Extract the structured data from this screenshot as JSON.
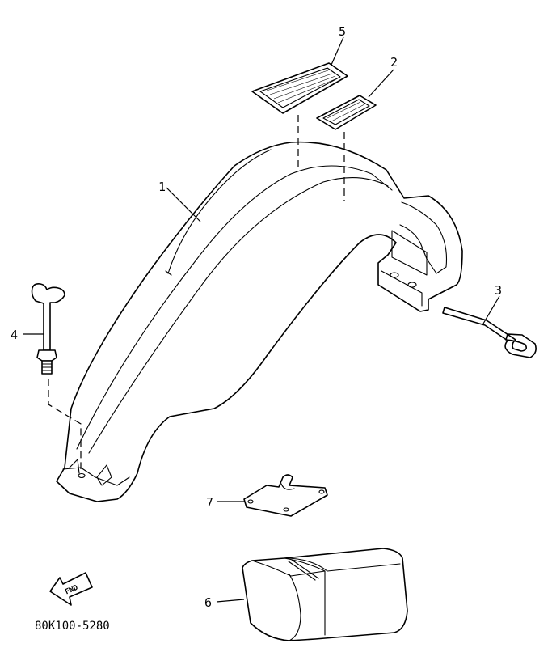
{
  "diagram": {
    "drawing_code": "80K100-5280",
    "fwd_label": "FWD",
    "callouts": [
      {
        "id": "1",
        "label": "1"
      },
      {
        "id": "2",
        "label": "2"
      },
      {
        "id": "3",
        "label": "3"
      },
      {
        "id": "4",
        "label": "4"
      },
      {
        "id": "5",
        "label": "5"
      },
      {
        "id": "6",
        "label": "6"
      },
      {
        "id": "7",
        "label": "7"
      }
    ]
  }
}
